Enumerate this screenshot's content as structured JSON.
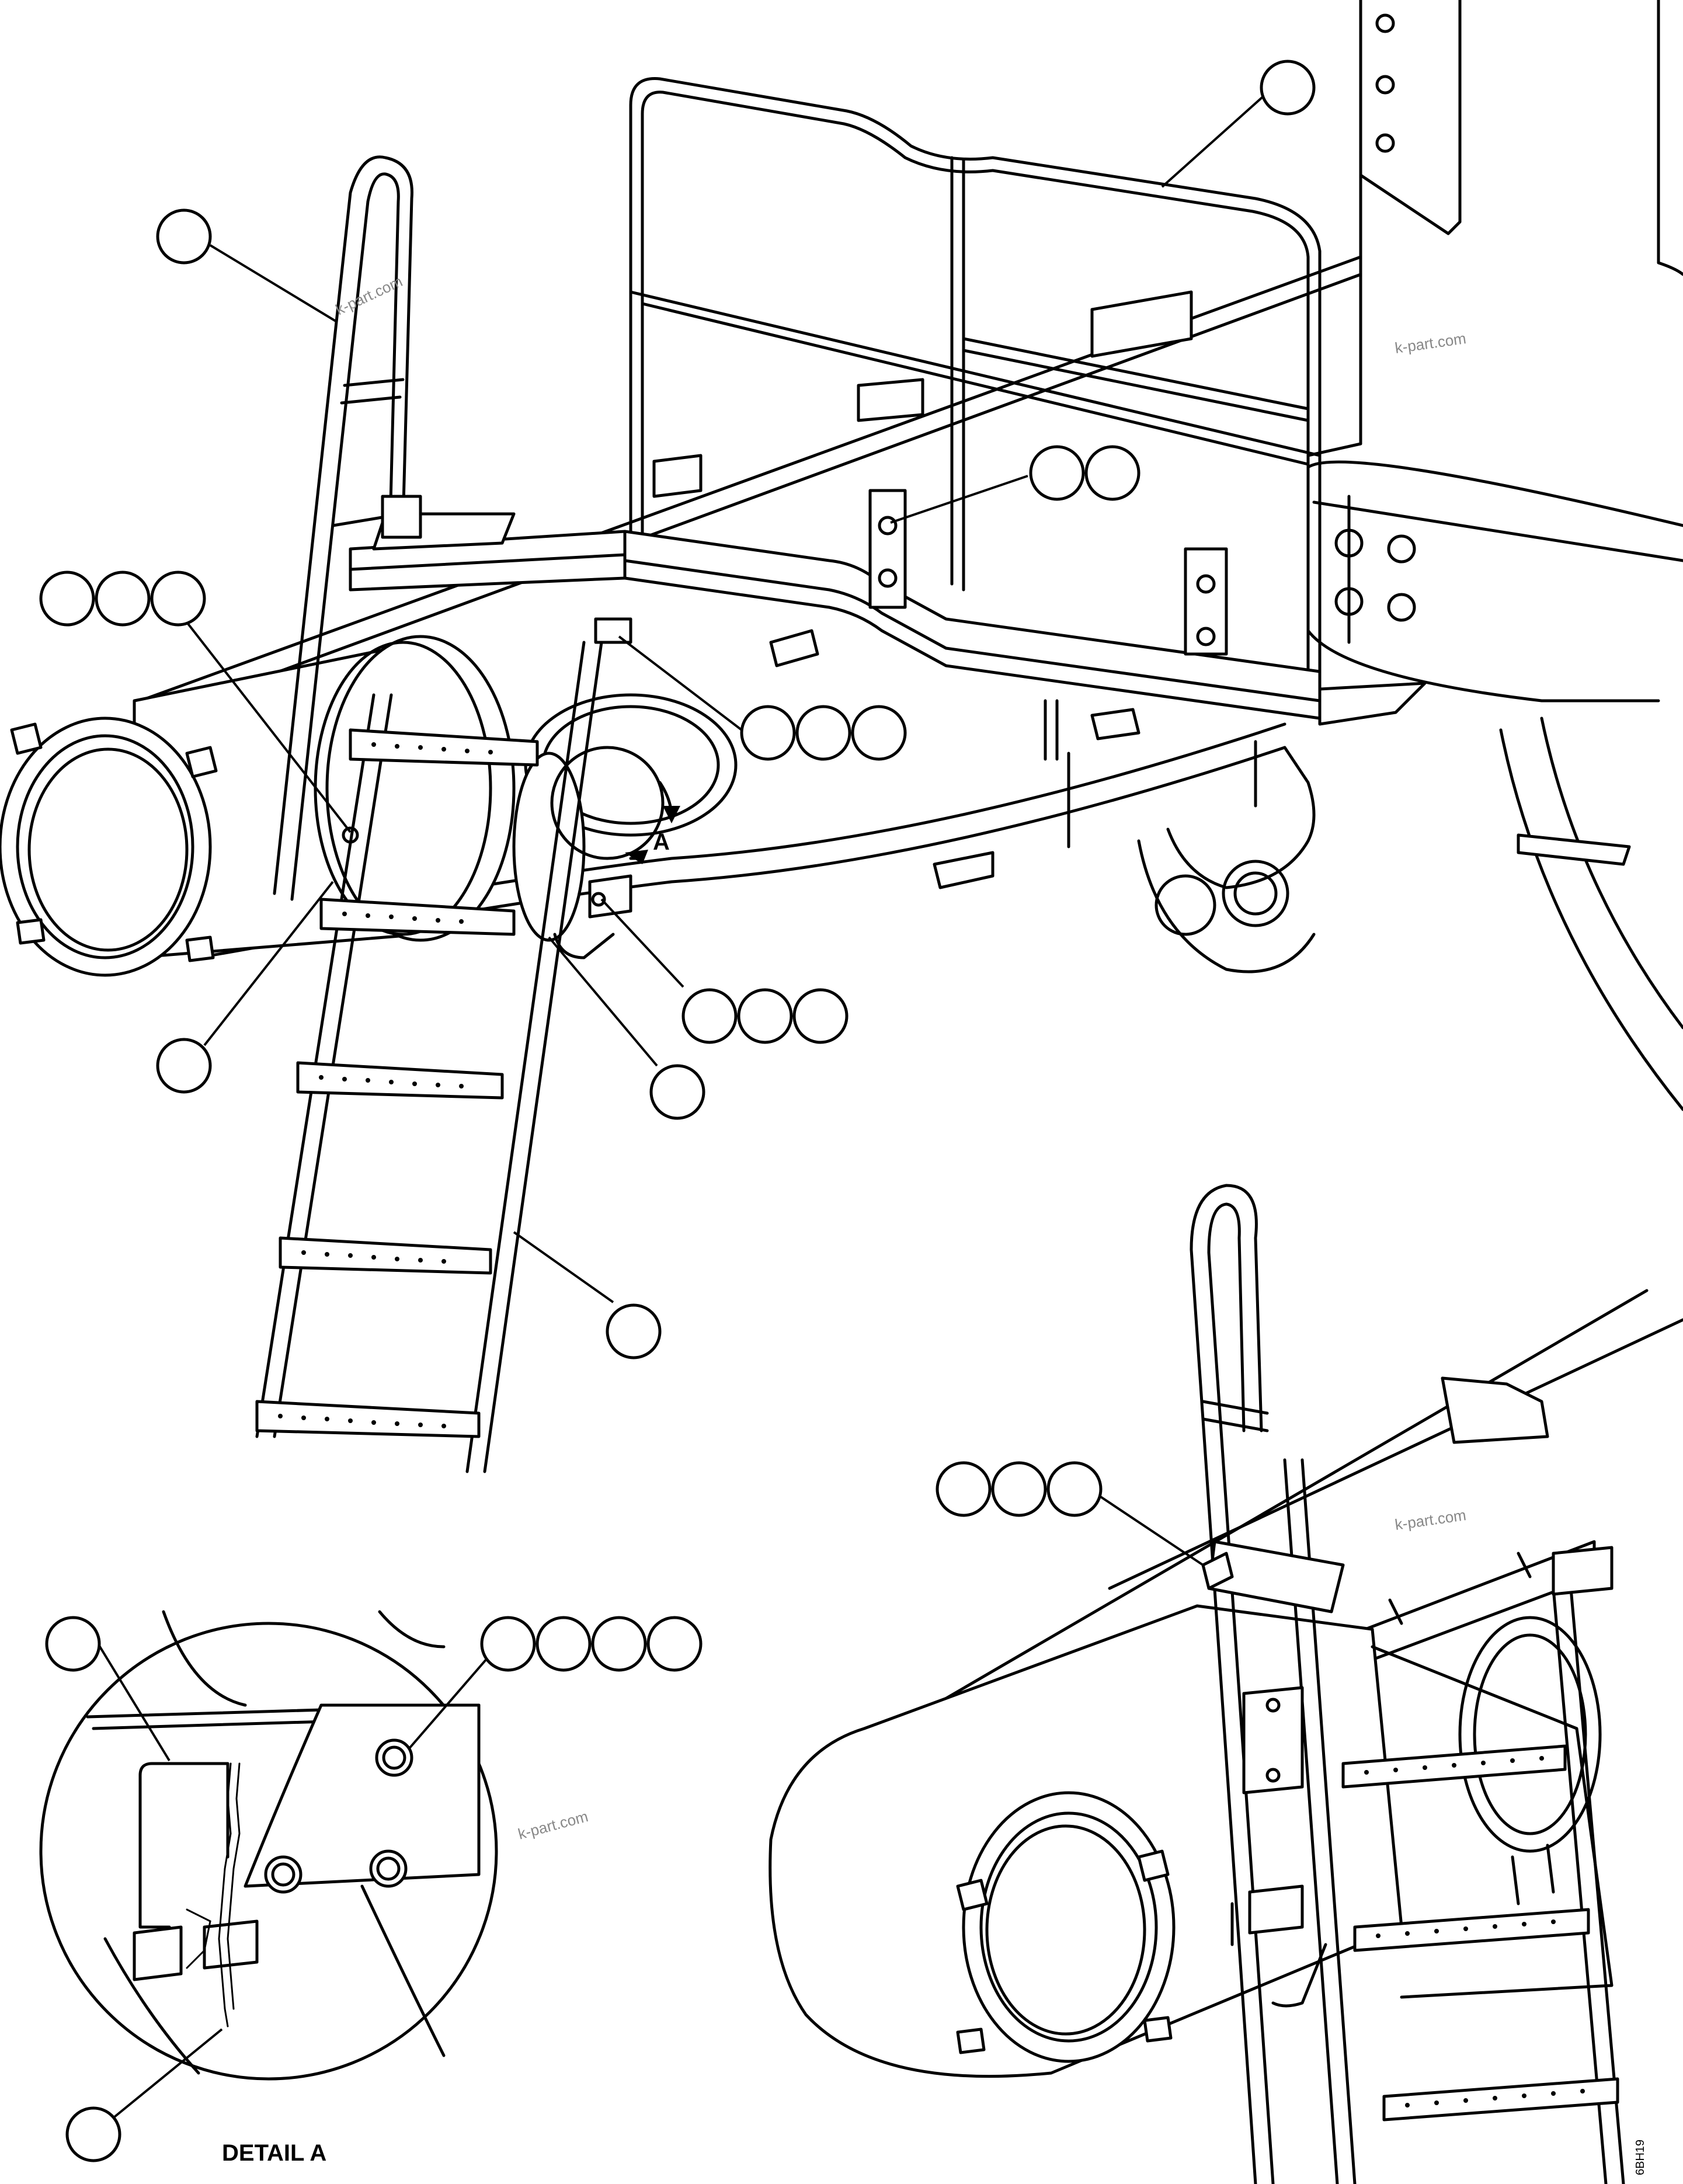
{
  "detail_label": "DETAIL A",
  "view_marker": "A",
  "watermarks": [
    "k-part.com",
    "k-part.com",
    "k-part.com",
    "k-part.com"
  ],
  "figure_code": "6BH19",
  "balloon_groups": [
    {
      "id": "callout-handrail-top",
      "count": 1
    },
    {
      "id": "callout-ladder-rail-left",
      "count": 1
    },
    {
      "id": "callout-platform-bolts",
      "count": 2
    },
    {
      "id": "callout-tank-bolts",
      "count": 3
    },
    {
      "id": "callout-hinge",
      "count": 3
    },
    {
      "id": "callout-bracket",
      "count": 3
    },
    {
      "id": "callout-tank",
      "count": 1
    },
    {
      "id": "callout-ladder-handle",
      "count": 1
    },
    {
      "id": "callout-ladder",
      "count": 1
    },
    {
      "id": "callout-lower-view",
      "count": 3
    },
    {
      "id": "callout-detail-handle",
      "count": 1
    },
    {
      "id": "callout-detail-bolts",
      "count": 4
    },
    {
      "id": "callout-detail-chain",
      "count": 1
    }
  ]
}
